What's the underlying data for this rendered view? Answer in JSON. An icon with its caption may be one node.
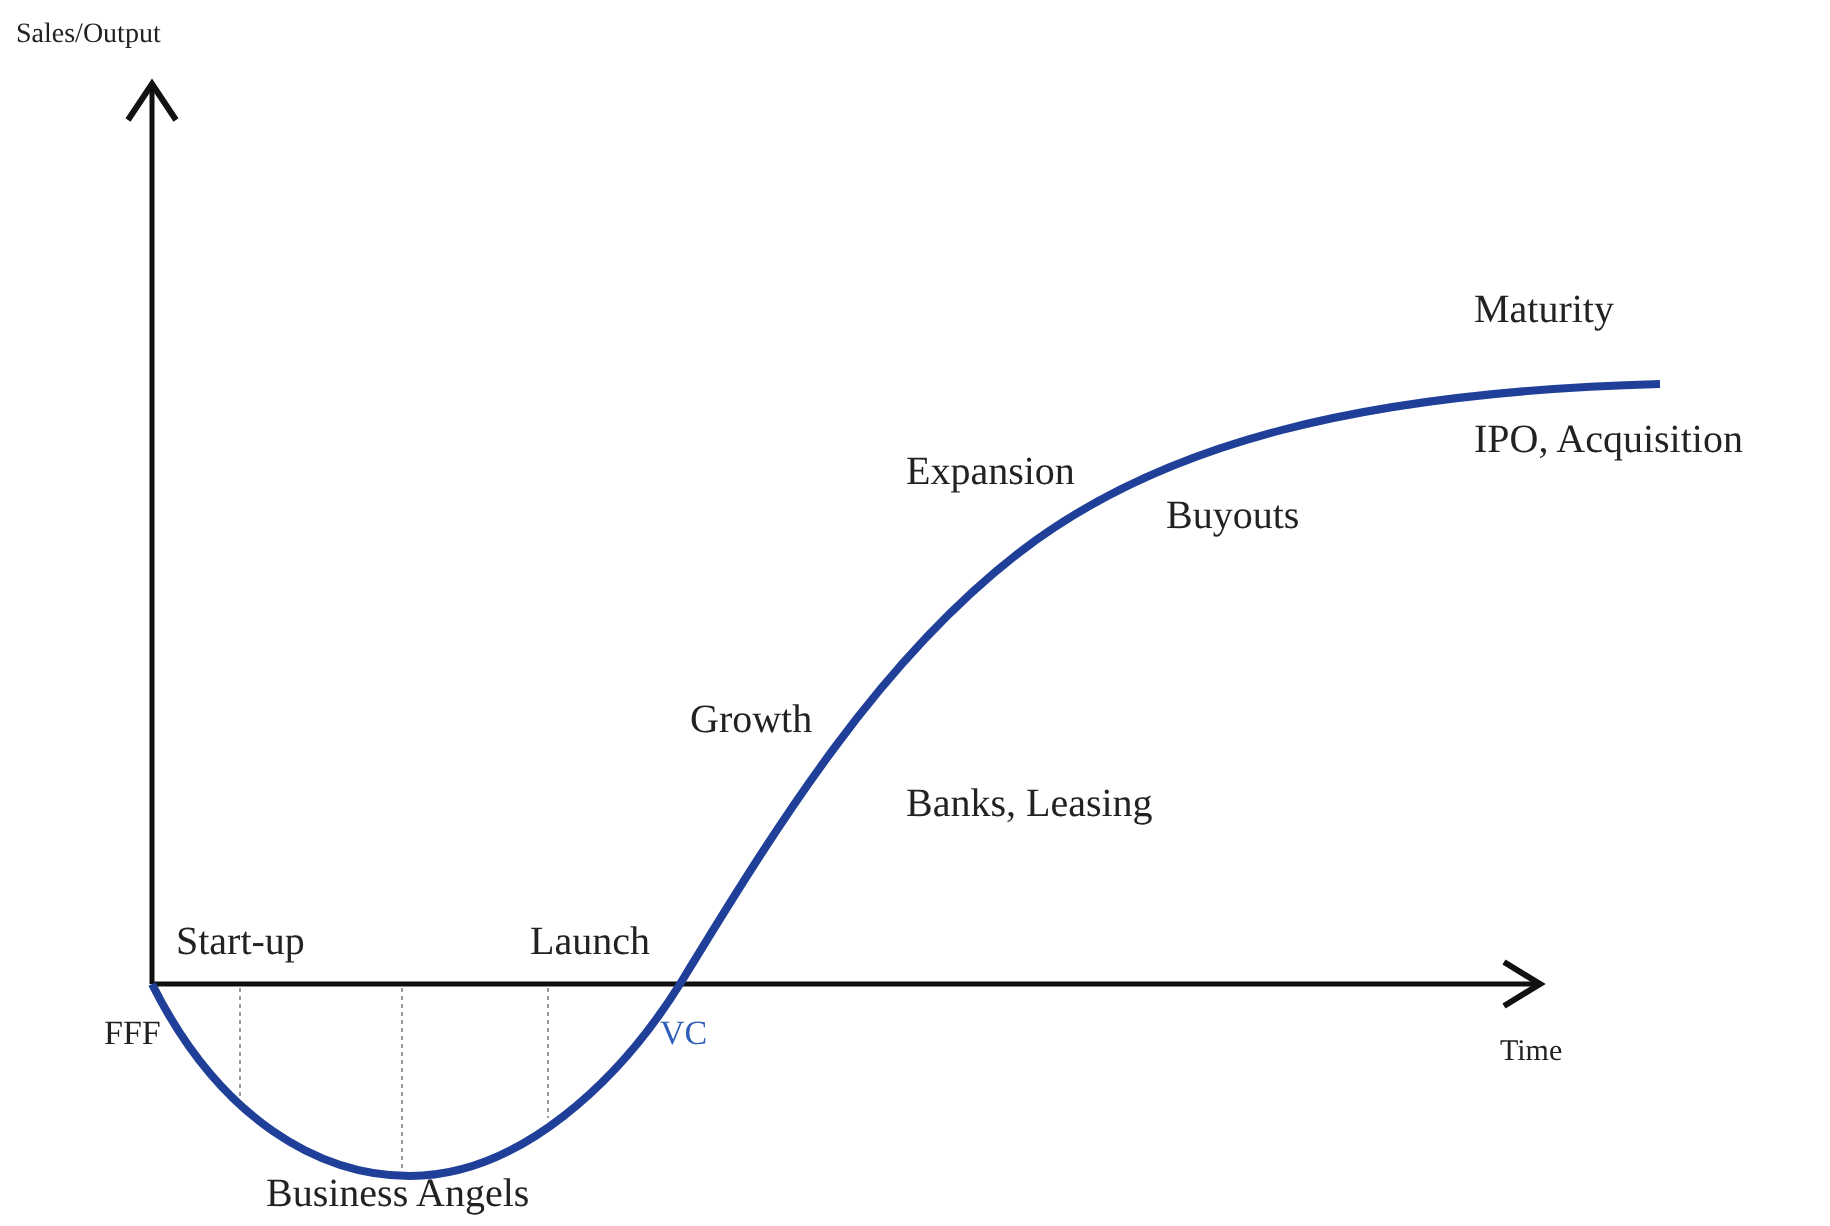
{
  "diagram": {
    "labels": [
      "Sales/Output",
      "Maturity",
      "IPO, Acquisition",
      "Expansion",
      "Buyouts",
      "Growth",
      "Banks, Leasing",
      "Start-up",
      "Launch",
      "Time",
      "FFF",
      "VC",
      "Business Angels"
    ]
  }
}
